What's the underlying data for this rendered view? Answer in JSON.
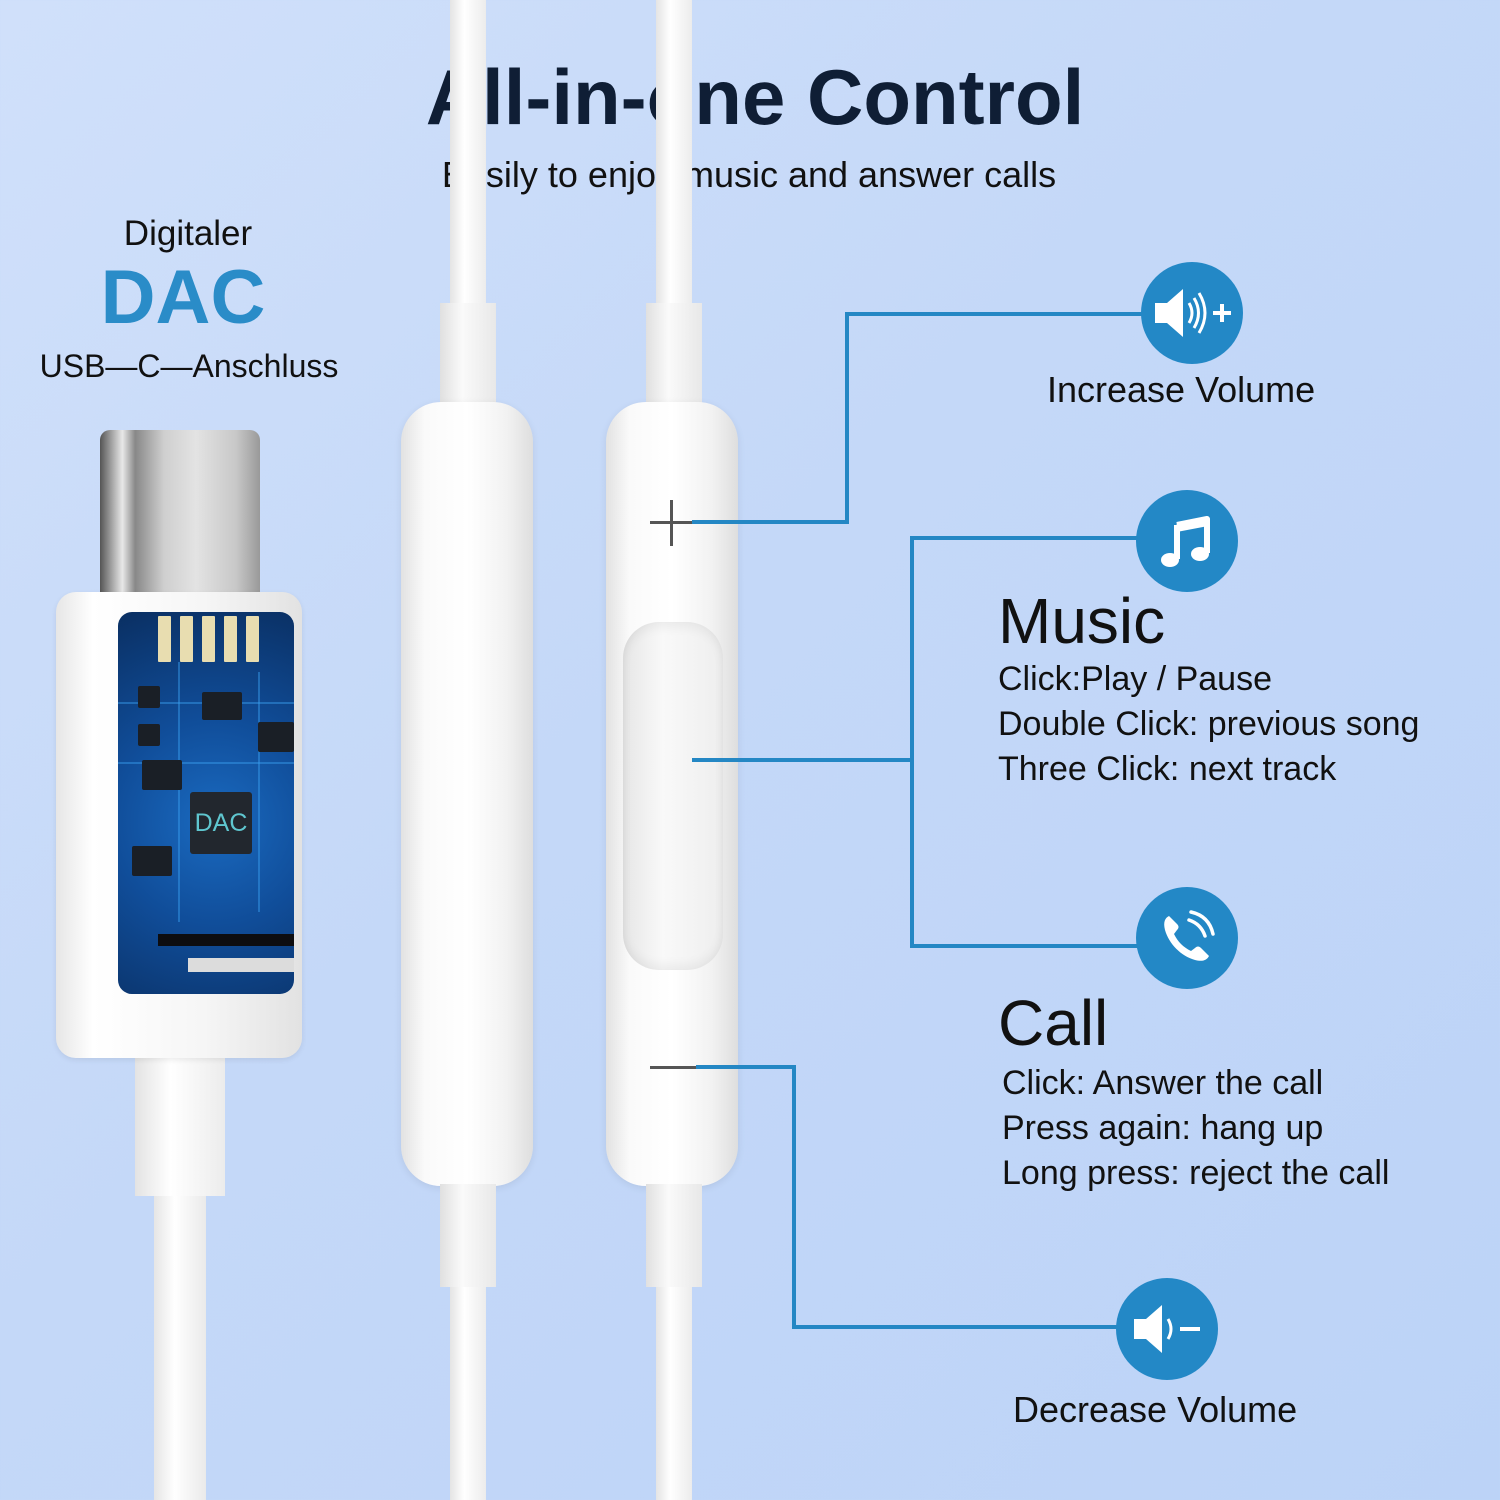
{
  "header": {
    "title": "All-in-one Control",
    "subtitle": "Easily to enjoy music and answer calls"
  },
  "dac_label": {
    "top": "Digitaler",
    "main": "DAC",
    "bottom": "USB—C—Anschluss",
    "chip_text": "DAC"
  },
  "callouts": {
    "increase_volume": {
      "icon": "volume-up-icon",
      "label": "Increase Volume"
    },
    "music": {
      "icon": "music-note-icon",
      "title": "Music",
      "lines": [
        "Click:Play / Pause",
        "Double Click: previous song",
        "Three Click: next track"
      ]
    },
    "call": {
      "icon": "phone-call-icon",
      "title": "Call",
      "lines": [
        "Click: Answer the call",
        "Press again: hang up",
        "Long press: reject the call"
      ]
    },
    "decrease_volume": {
      "icon": "volume-down-icon",
      "label": "Decrease Volume"
    }
  },
  "colors": {
    "accent": "#2388c6",
    "title": "#0f1e35",
    "dac_blue": "#2a8cc8",
    "background": "#c4d8f8"
  }
}
